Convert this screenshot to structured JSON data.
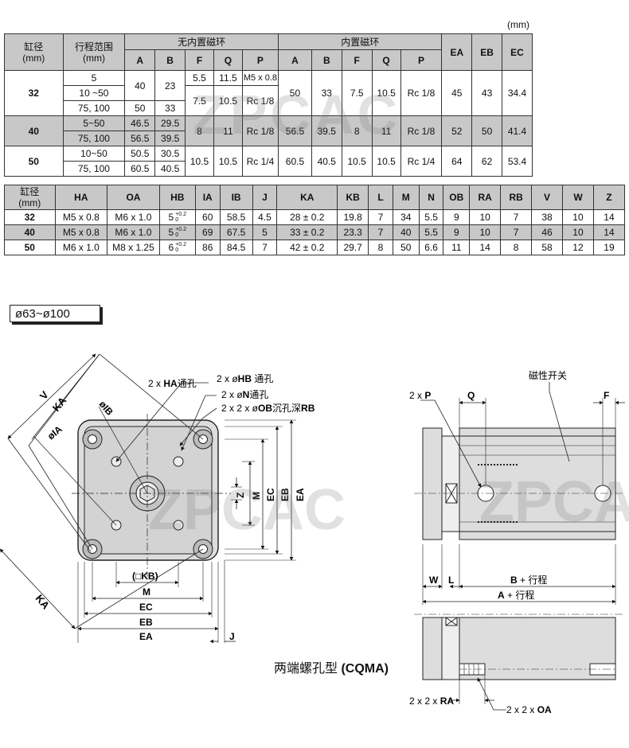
{
  "unit": "(mm)",
  "table1": {
    "h_bore": "缸径",
    "h_bore_unit": "(mm)",
    "h_stroke": "行程范围",
    "h_stroke_unit": "(mm)",
    "h_no_mag": "无内置磁环",
    "h_mag": "内置磁环",
    "cols": [
      "A",
      "B",
      "F",
      "Q",
      "P",
      "A",
      "B",
      "F",
      "Q",
      "P",
      "EA",
      "EB",
      "EC"
    ],
    "r32": {
      "bore": "32",
      "s1": "5",
      "s2": "10 ~50",
      "s3": "75, 100",
      "A1": "40",
      "B1": "23",
      "F1": "5.5",
      "Q1": "11.5",
      "P1": "M5 x 0.8",
      "A3": "50",
      "B3": "33",
      "F2": "7.5",
      "Q2": "10.5",
      "P2": "Rc 1/8",
      "mA": "50",
      "mB": "33",
      "mF": "7.5",
      "mQ": "10.5",
      "mP": "Rc 1/8",
      "EA": "45",
      "EB": "43",
      "EC": "34.4"
    },
    "r40": {
      "bore": "40",
      "s1": "5~50",
      "s2": "75, 100",
      "A1": "46.5",
      "B1": "29.5",
      "A2": "56.5",
      "B2": "39.5",
      "F": "8",
      "Q": "11",
      "P": "Rc 1/8",
      "mA": "56.5",
      "mB": "39.5",
      "mF": "8",
      "mQ": "11",
      "mP": "Rc 1/8",
      "EA": "52",
      "EB": "50",
      "EC": "41.4"
    },
    "r50": {
      "bore": "50",
      "s1": "10~50",
      "s2": "75, 100",
      "A1": "50.5",
      "B1": "30.5",
      "A2": "60.5",
      "B2": "40.5",
      "F": "10.5",
      "Q": "10.5",
      "P": "Rc 1/4",
      "mA": "60.5",
      "mB": "40.5",
      "mF": "10.5",
      "mQ": "10.5",
      "mP": "Rc 1/4",
      "EA": "64",
      "EB": "62",
      "EC": "53.4"
    }
  },
  "table2": {
    "h_bore": "缸径",
    "h_bore_unit": "(mm)",
    "cols": [
      "HA",
      "OA",
      "HB",
      "IA",
      "IB",
      "J",
      "KA",
      "KB",
      "L",
      "M",
      "N",
      "OB",
      "RA",
      "RB",
      "V",
      "W",
      "Z"
    ],
    "rows": [
      {
        "bore": "32",
        "HA": "M5 x 0.8",
        "OA": "M6 x 1.0",
        "HB": "5",
        "tu": "+0.2",
        "tl": "0",
        "IA": "60",
        "IB": "58.5",
        "J": "4.5",
        "KA": "28 ± 0.2",
        "KB": "19.8",
        "L": "7",
        "M": "34",
        "N": "5.5",
        "OB": "9",
        "RA": "10",
        "RB": "7",
        "V": "38",
        "W": "10",
        "Z": "14"
      },
      {
        "bore": "40",
        "HA": "M5 x 0.8",
        "OA": "M6 x 1.0",
        "HB": "5",
        "tu": "+0.2",
        "tl": "0",
        "IA": "69",
        "IB": "67.5",
        "J": "5",
        "KA": "33 ± 0.2",
        "KB": "23.3",
        "L": "7",
        "M": "40",
        "N": "5.5",
        "OB": "9",
        "RA": "10",
        "RB": "7",
        "V": "46",
        "W": "10",
        "Z": "14"
      },
      {
        "bore": "50",
        "HA": "M6 x 1.0",
        "OA": "M8 x 1.25",
        "HB": "6",
        "tu": "+0.2",
        "tl": "0",
        "IA": "86",
        "IB": "84.5",
        "J": "7",
        "KA": "42 ± 0.2",
        "KB": "29.7",
        "L": "8",
        "M": "50",
        "N": "6.6",
        "OB": "11",
        "RA": "14",
        "RB": "8",
        "V": "58",
        "W": "12",
        "Z": "19"
      }
    ]
  },
  "size_range": "ø63~ø100",
  "watermark": "ZPCAC",
  "drawing": {
    "l_2ha": "2 x ",
    "l_ha": "HA",
    "l_ha_t": "通孔",
    "l_2hb": "2 x ø",
    "l_hb": "HB",
    "l_hb_t": " 通孔",
    "l_2n": "2 x ø",
    "l_n": "N",
    "l_n_t": "通孔",
    "l_2ob": "2 x 2 x ø",
    "l_ob": "OB",
    "l_ob_t": "沉孔深",
    "l_rb": "RB",
    "V": "V",
    "KA": "KA",
    "IB": "øIB",
    "IA": "øIA",
    "KA2": "KA",
    "KB": "(□KB)",
    "M": "M",
    "EC": "EC",
    "EB": "EB",
    "EA": "EA",
    "J": "J",
    "Z": "Z",
    "Mv": "M",
    "ECv": "EC",
    "EBv": "EB",
    "EAv": "EA",
    "r_2p": "2 x ",
    "r_p": "P",
    "r_q": "Q",
    "r_switch": "磁性开关",
    "r_f": "F",
    "r_w": "W",
    "r_l": "L",
    "r_b": "B",
    "r_b_t": " + 行程",
    "r_a": "A",
    "r_a_t": " + 行程",
    "r_2ra": "2 x 2 x ",
    "r_ra": "RA",
    "r_2oa": "2 x 2 x ",
    "r_oa": "OA"
  },
  "caption_cn": "两端螺孔型 ",
  "caption_code": "(CQMA)"
}
